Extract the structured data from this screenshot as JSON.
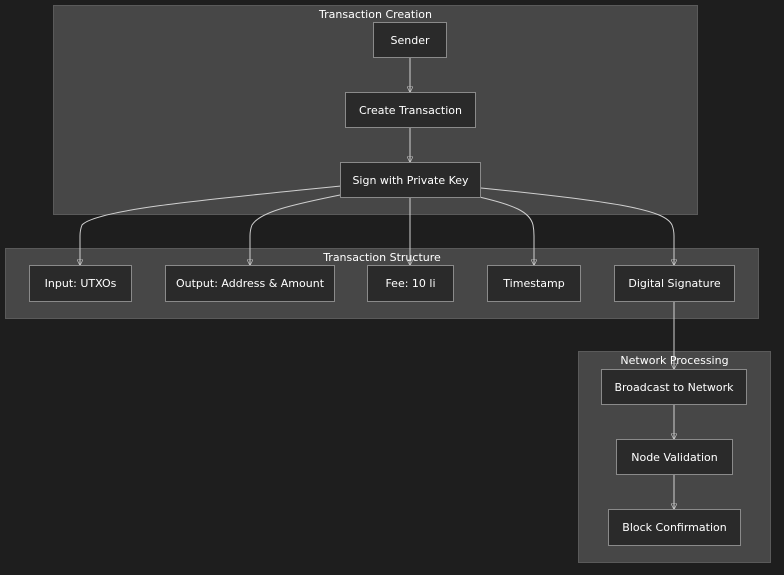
{
  "clusters": {
    "creation": "Transaction Creation",
    "structure": "Transaction Structure",
    "network": "Network Processing"
  },
  "nodes": {
    "sender": "Sender",
    "create_tx": "Create Transaction",
    "sign": "Sign with Private Key",
    "input": "Input: UTXOs",
    "output": "Output: Address & Amount",
    "fee": "Fee: 10 li",
    "timestamp": "Timestamp",
    "signature": "Digital Signature",
    "broadcast": "Broadcast to Network",
    "validation": "Node Validation",
    "confirmation": "Block Confirmation"
  },
  "colors": {
    "background": "#1e1e1e",
    "cluster_fill": "#474747",
    "node_fill": "#2a2a2a",
    "node_border": "#8a8a8a",
    "edge": "#d0d0d0"
  }
}
